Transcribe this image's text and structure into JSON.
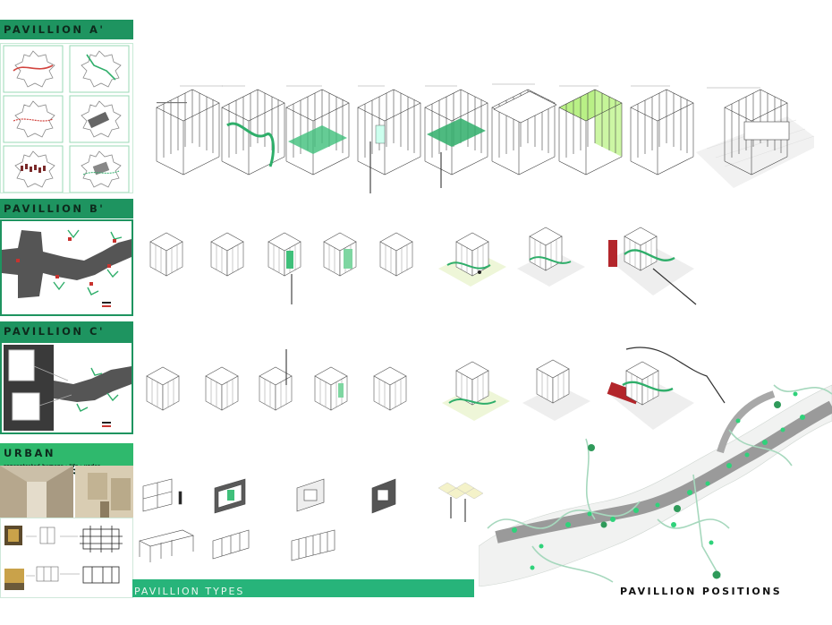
{
  "sections": {
    "pavilion_a": {
      "title": "PAVILLION A'"
    },
    "pavilion_b": {
      "title": "PAVILLION B'"
    },
    "pavilion_c": {
      "title": "PAVILLION C'"
    },
    "urban_furniture": {
      "title": "URBAN FURNITURE",
      "subtitle": "concentrated   humans   ·   life   ·   under construction"
    }
  },
  "footer": {
    "types_label": "PAVILLION TYPES",
    "positions_label": "PAVILLION POSITIONS"
  },
  "colors": {
    "header_green": "#1e9460",
    "bar_green": "#27b47a",
    "accent_green": "#2fae6a",
    "map_dark": "#555555",
    "highlight_red": "#b3262b"
  }
}
